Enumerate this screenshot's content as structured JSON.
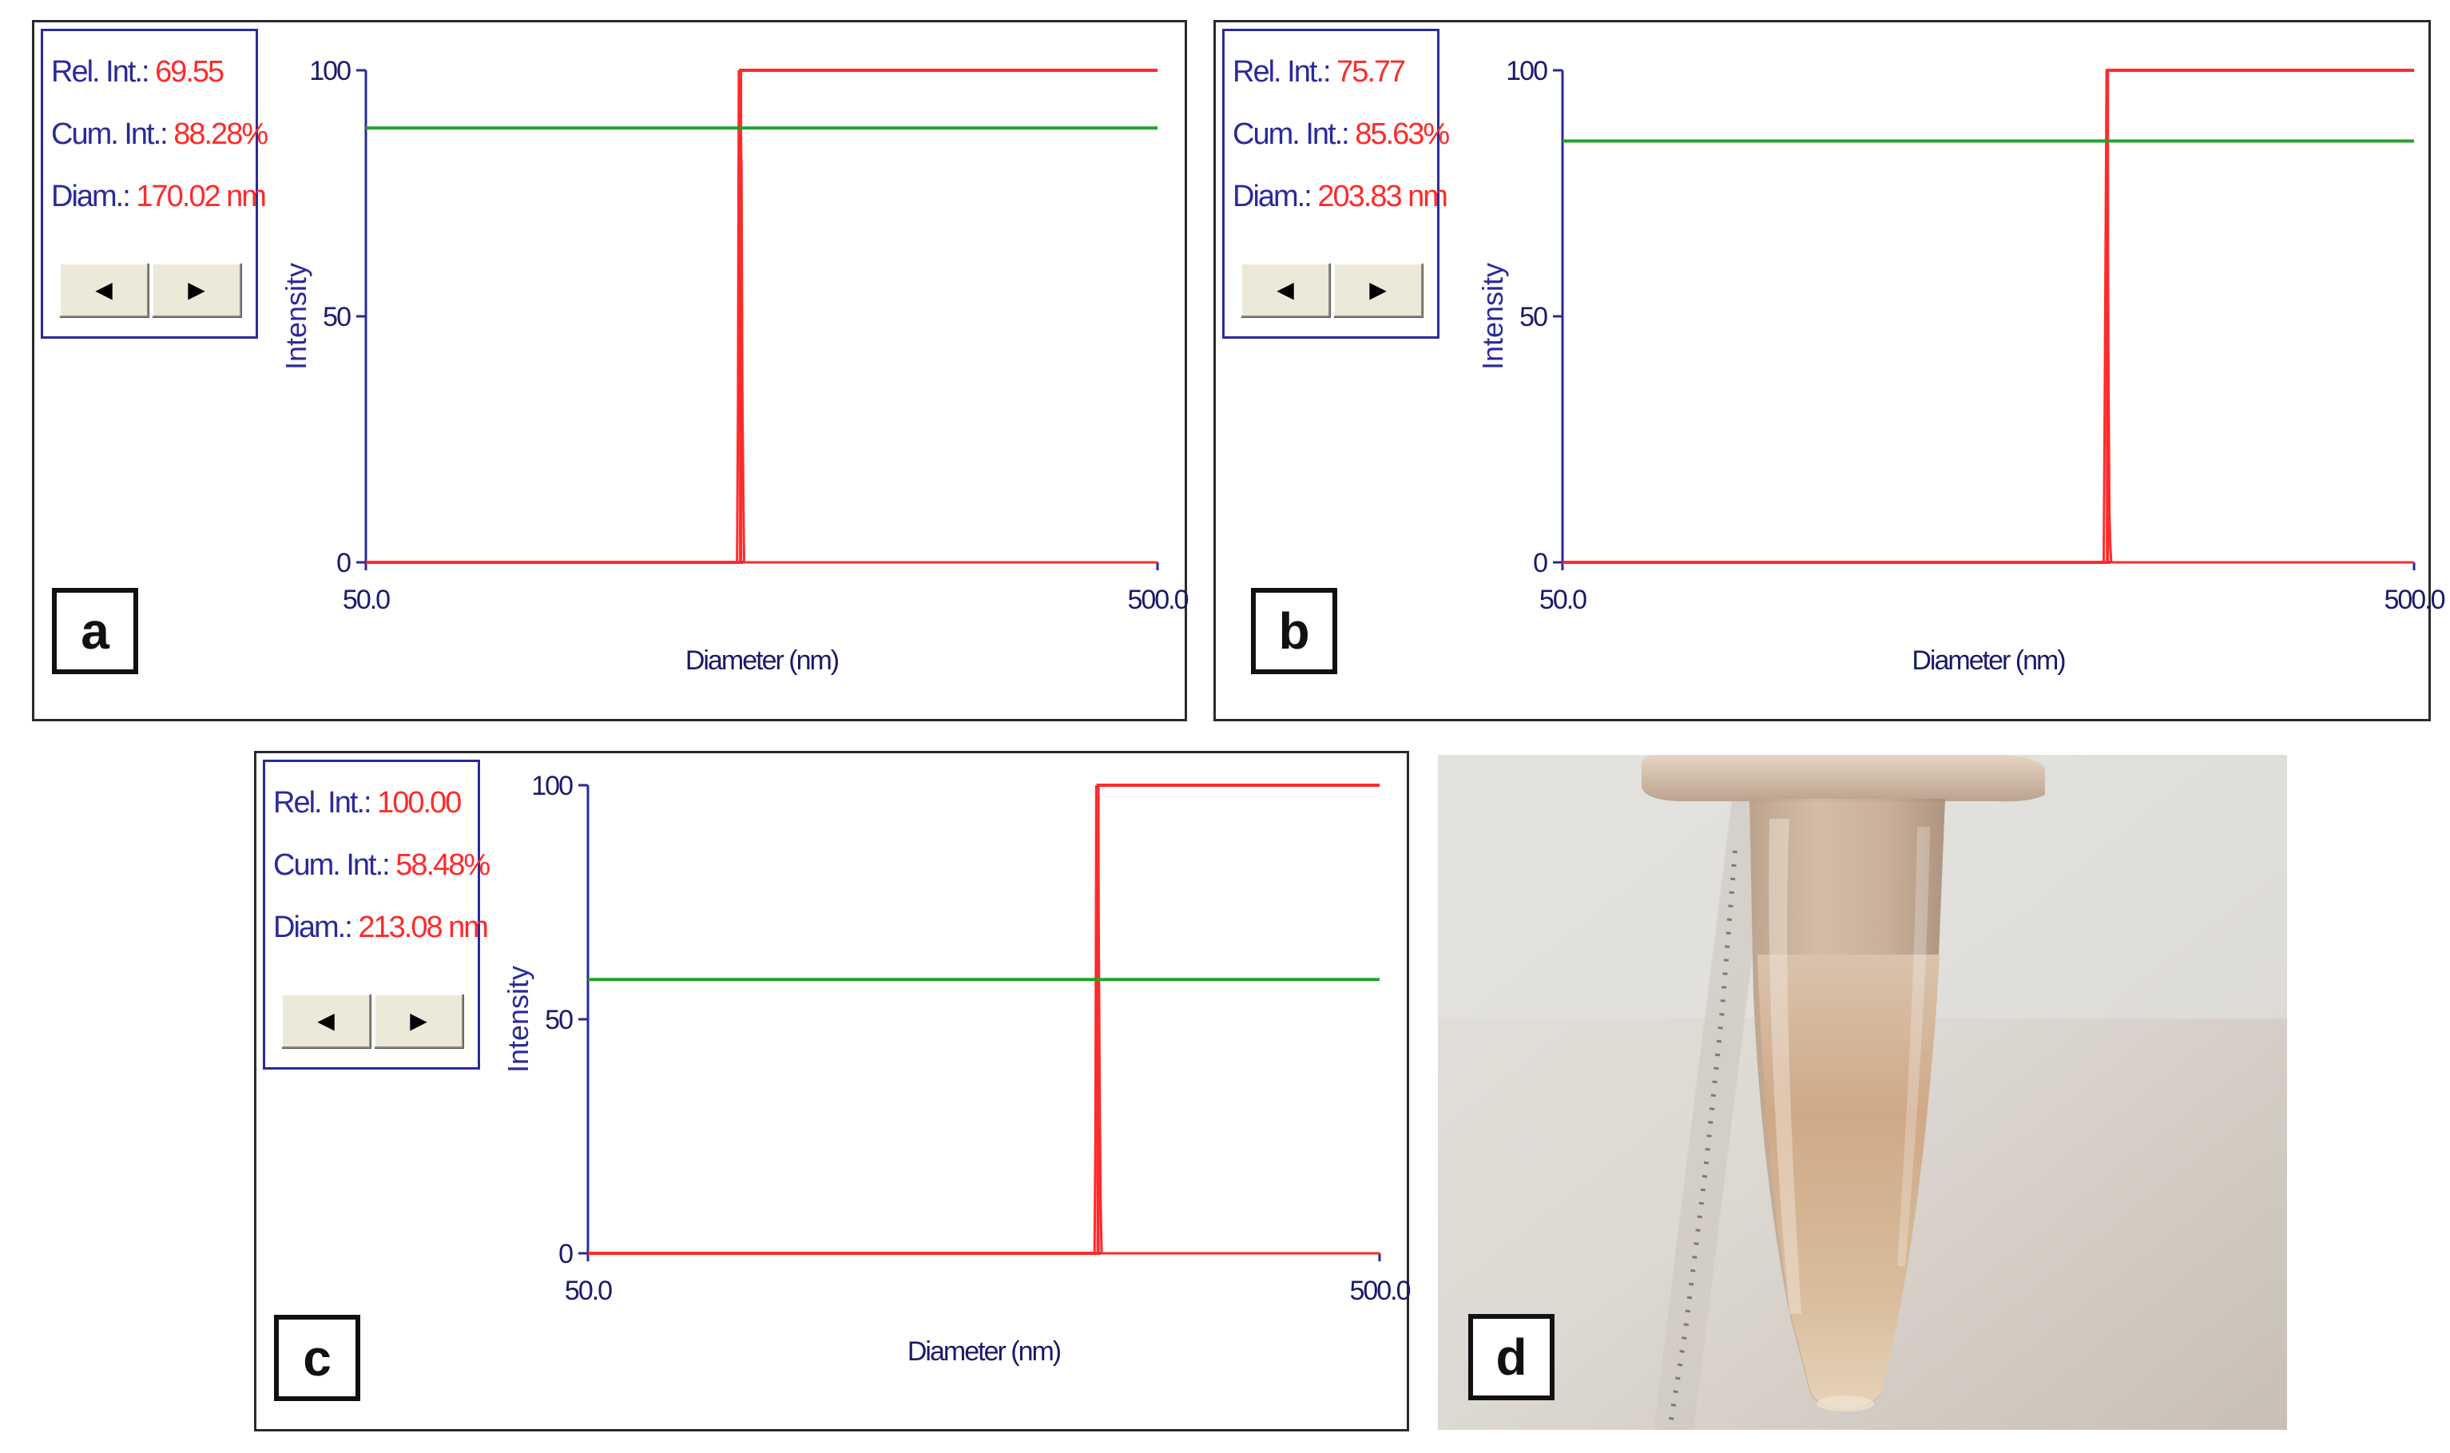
{
  "panels": [
    {
      "label": "a",
      "readout": {
        "rel_label": "Rel. Int.: ",
        "rel_value": "69.55",
        "cum_label": "Cum. Int.: ",
        "cum_value": "88.28%",
        "diam_label": "Diam.: ",
        "diam_value": "170.02 nm"
      }
    },
    {
      "label": "b",
      "readout": {
        "rel_label": "Rel. Int.: ",
        "rel_value": "75.77",
        "cum_label": "Cum. Int.: ",
        "cum_value": "85.63%",
        "diam_label": "Diam.: ",
        "diam_value": "203.83 nm"
      }
    },
    {
      "label": "c",
      "readout": {
        "rel_label": "Rel. Int.: ",
        "rel_value": "100.00",
        "cum_label": "Cum. Int.: ",
        "cum_value": "58.48%",
        "diam_label": "Diam.: ",
        "diam_value": "213.08 nm"
      }
    },
    {
      "label": "d"
    }
  ],
  "nav_icons": {
    "prev": "triangle-left-icon",
    "next": "triangle-right-icon"
  },
  "chart_data": [
    {
      "type": "line",
      "xlabel": "Diameter (nm)",
      "ylabel": "Intensity",
      "xlim": [
        50.0,
        500.0
      ],
      "ylim": [
        0,
        100
      ],
      "x_ticks": [
        "50.0",
        "500.0"
      ],
      "y_ticks": [
        "0",
        "50",
        "100"
      ],
      "grid": false,
      "series": [
        {
          "kind": "cumulative",
          "color": "#ff2a2a",
          "x": [
            50,
            263,
            263,
            500
          ],
          "y": [
            0,
            0,
            100,
            100
          ]
        },
        {
          "kind": "distribution",
          "color": "#ff2a2a",
          "x": [
            50,
            261,
            261.5,
            262,
            262.5,
            263,
            263.5,
            264,
            264.5,
            265,
            500
          ],
          "y": [
            0,
            0,
            30,
            100,
            65,
            90,
            80,
            35,
            15,
            0,
            0
          ]
        },
        {
          "kind": "cursor",
          "color": "#22a22a",
          "x": [
            50,
            500
          ],
          "y": [
            88.28,
            88.28
          ]
        }
      ]
    },
    {
      "type": "line",
      "xlabel": "Diameter (nm)",
      "ylabel": "Intensity",
      "xlim": [
        50.0,
        500.0
      ],
      "ylim": [
        0,
        100
      ],
      "x_ticks": [
        "50.0",
        "500.0"
      ],
      "y_ticks": [
        "0",
        "50",
        "100"
      ],
      "grid": false,
      "series": [
        {
          "kind": "cumulative",
          "color": "#ff2a2a",
          "x": [
            50,
            338,
            338,
            500
          ],
          "y": [
            0,
            0,
            100,
            100
          ]
        },
        {
          "kind": "distribution",
          "color": "#ff2a2a",
          "x": [
            50,
            336,
            336.5,
            337,
            337.5,
            338,
            338.5,
            339,
            339.5,
            340,
            500
          ],
          "y": [
            0,
            0,
            30,
            65,
            100,
            85,
            40,
            10,
            3,
            0,
            0
          ]
        },
        {
          "kind": "cursor",
          "color": "#22a22a",
          "x": [
            50,
            500
          ],
          "y": [
            85.63,
            85.63
          ]
        }
      ]
    },
    {
      "type": "line",
      "xlabel": "Diameter (nm)",
      "ylabel": "Intensity",
      "xlim": [
        50.0,
        500.0
      ],
      "ylim": [
        0,
        100
      ],
      "x_ticks": [
        "50.0",
        "500.0"
      ],
      "y_ticks": [
        "0",
        "50",
        "100"
      ],
      "grid": false,
      "series": [
        {
          "kind": "cumulative",
          "color": "#ff2a2a",
          "x": [
            50,
            340,
            340,
            500
          ],
          "y": [
            0,
            0,
            100,
            100
          ]
        },
        {
          "kind": "distribution",
          "color": "#ff2a2a",
          "x": [
            50,
            338,
            338.5,
            339,
            339.5,
            340,
            340.5,
            341,
            341.5,
            342,
            500
          ],
          "y": [
            0,
            0,
            25,
            100,
            70,
            95,
            60,
            30,
            10,
            0,
            0
          ]
        },
        {
          "kind": "cursor",
          "color": "#22a22a",
          "x": [
            50,
            500
          ],
          "y": [
            58.48,
            58.48
          ]
        }
      ]
    }
  ]
}
